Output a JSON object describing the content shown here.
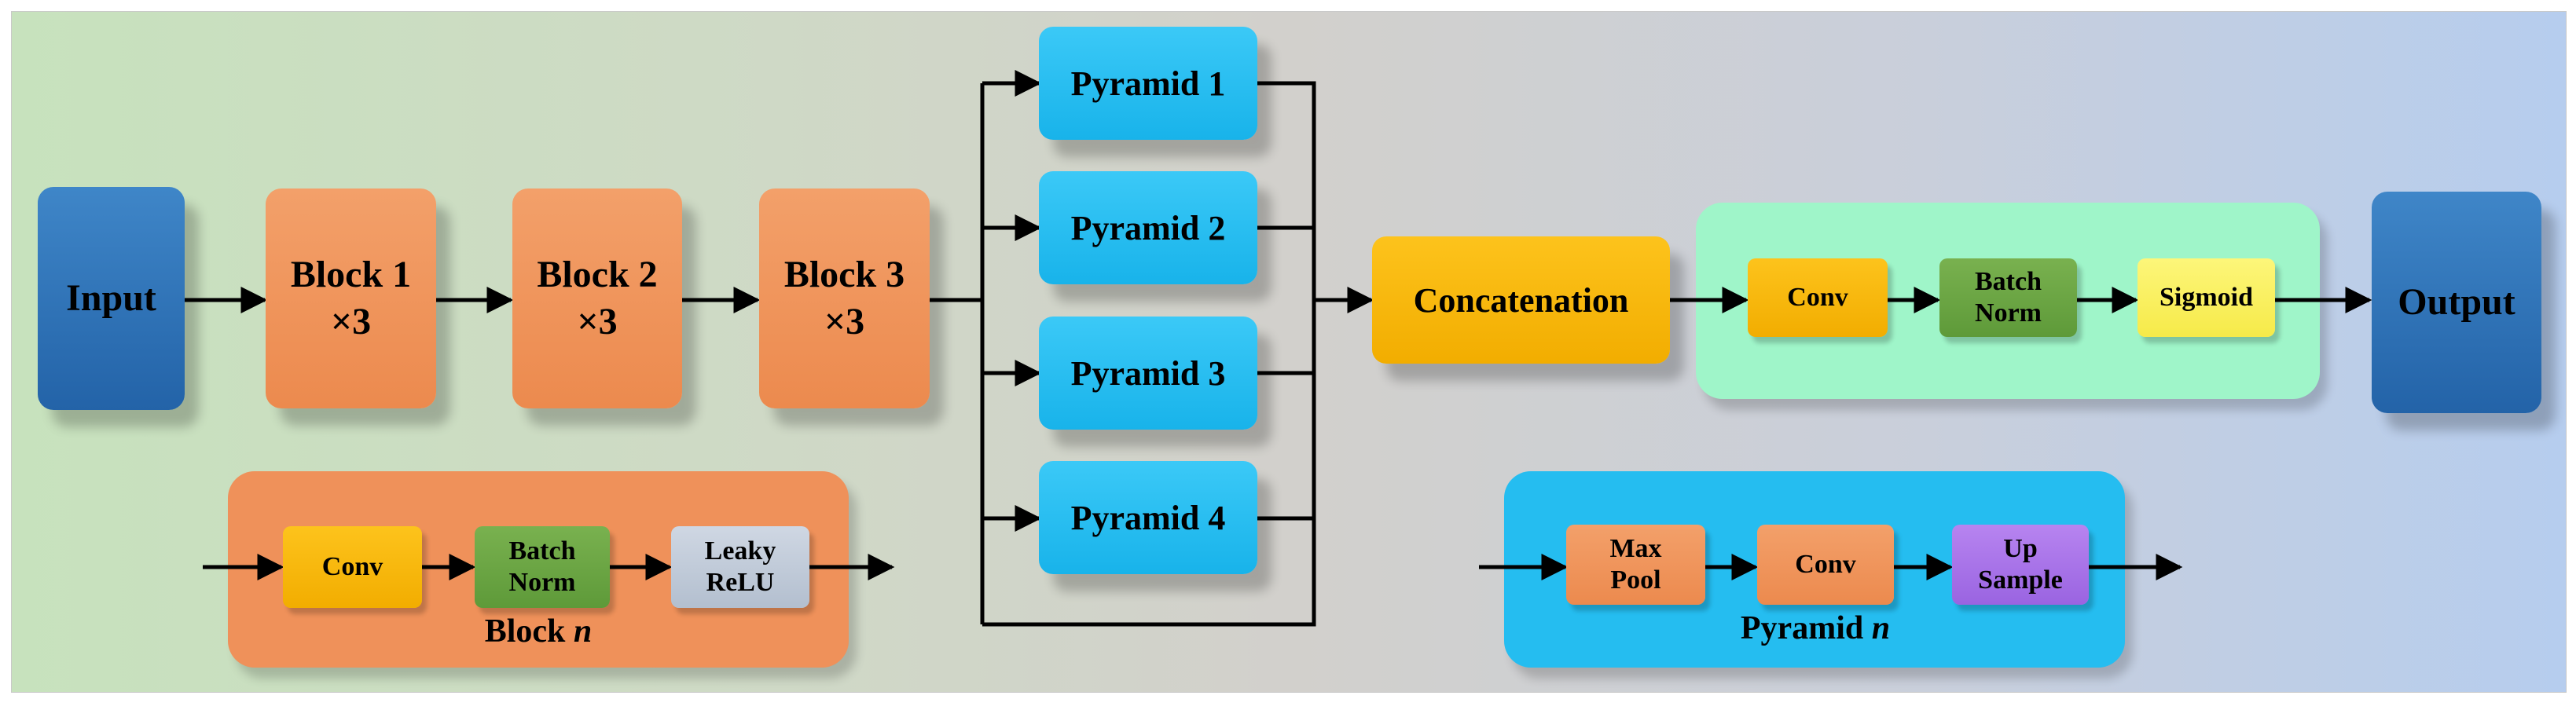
{
  "input_label": "Input",
  "output_label": "Output",
  "blocks": [
    {
      "line1": "Block 1",
      "line2": "×3"
    },
    {
      "line1": "Block 2",
      "line2": "×3"
    },
    {
      "line1": "Block 3",
      "line2": "×3"
    }
  ],
  "pyramids": [
    "Pyramid 1",
    "Pyramid 2",
    "Pyramid 3",
    "Pyramid 4"
  ],
  "concat_label": "Concatenation",
  "head": {
    "conv": "Conv",
    "bn_line1": "Batch",
    "bn_line2": "Norm",
    "sigmoid": "Sigmoid"
  },
  "block_detail": {
    "conv": "Conv",
    "bn_line1": "Batch",
    "bn_line2": "Norm",
    "act_line1": "Leaky",
    "act_line2": "ReLU",
    "title_prefix": "Block",
    "title_var": "n"
  },
  "pyramid_detail": {
    "pool_line1": "Max",
    "pool_line2": "Pool",
    "conv": "Conv",
    "up_line1": "Up",
    "up_line2": "Sample",
    "title_prefix": "Pyramid",
    "title_var": "n"
  },
  "colors": {
    "input_output": "#2f75bb",
    "block": "#ef915a",
    "pyramid": "#25bdf0",
    "concat": "#f8b80a",
    "head_panel": "#9ff5c9",
    "batch_norm": "#6ca645",
    "sigmoid": "#f9f05f",
    "leaky_relu": "#c0c9d8",
    "up_sample": "#a874ea"
  }
}
